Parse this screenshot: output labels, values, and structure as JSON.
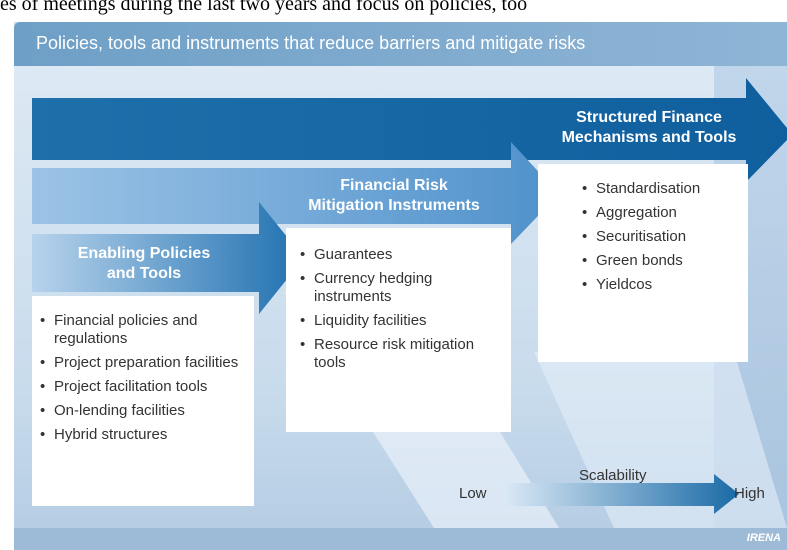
{
  "top_text": "es of meetings during the last two years and focus on policies, too",
  "header": {
    "title": "Policies, tools and instruments that reduce barriers and mitigate risks"
  },
  "stages": [
    {
      "title_line1": "Enabling Policies",
      "title_line2": "and Tools",
      "items": [
        "Financial policies and regulations",
        "Project preparation facilities",
        "Project facilitation tools",
        "On-lending facilities",
        "Hybrid structures"
      ]
    },
    {
      "title_line1": "Financial Risk",
      "title_line2": "Mitigation Instruments",
      "items": [
        "Guarantees",
        "Currency hedging instruments",
        "Liquidity facilities",
        "Resource risk mitigation tools"
      ]
    },
    {
      "title_line1": "Structured Finance",
      "title_line2": "Mechanisms and Tools",
      "items": [
        "Standardisation",
        "Aggregation",
        "Securitisation",
        "Green bonds",
        "Yieldcos"
      ]
    }
  ],
  "scale": {
    "label": "Scalability",
    "low": "Low",
    "high": "High"
  },
  "source": "IRENA",
  "colors": {
    "dark_arrow": "#1a6aa6",
    "mid_arrow": "#3f86c2",
    "light_arrow": "#7ab0dc",
    "header": "#7ba8cf"
  }
}
